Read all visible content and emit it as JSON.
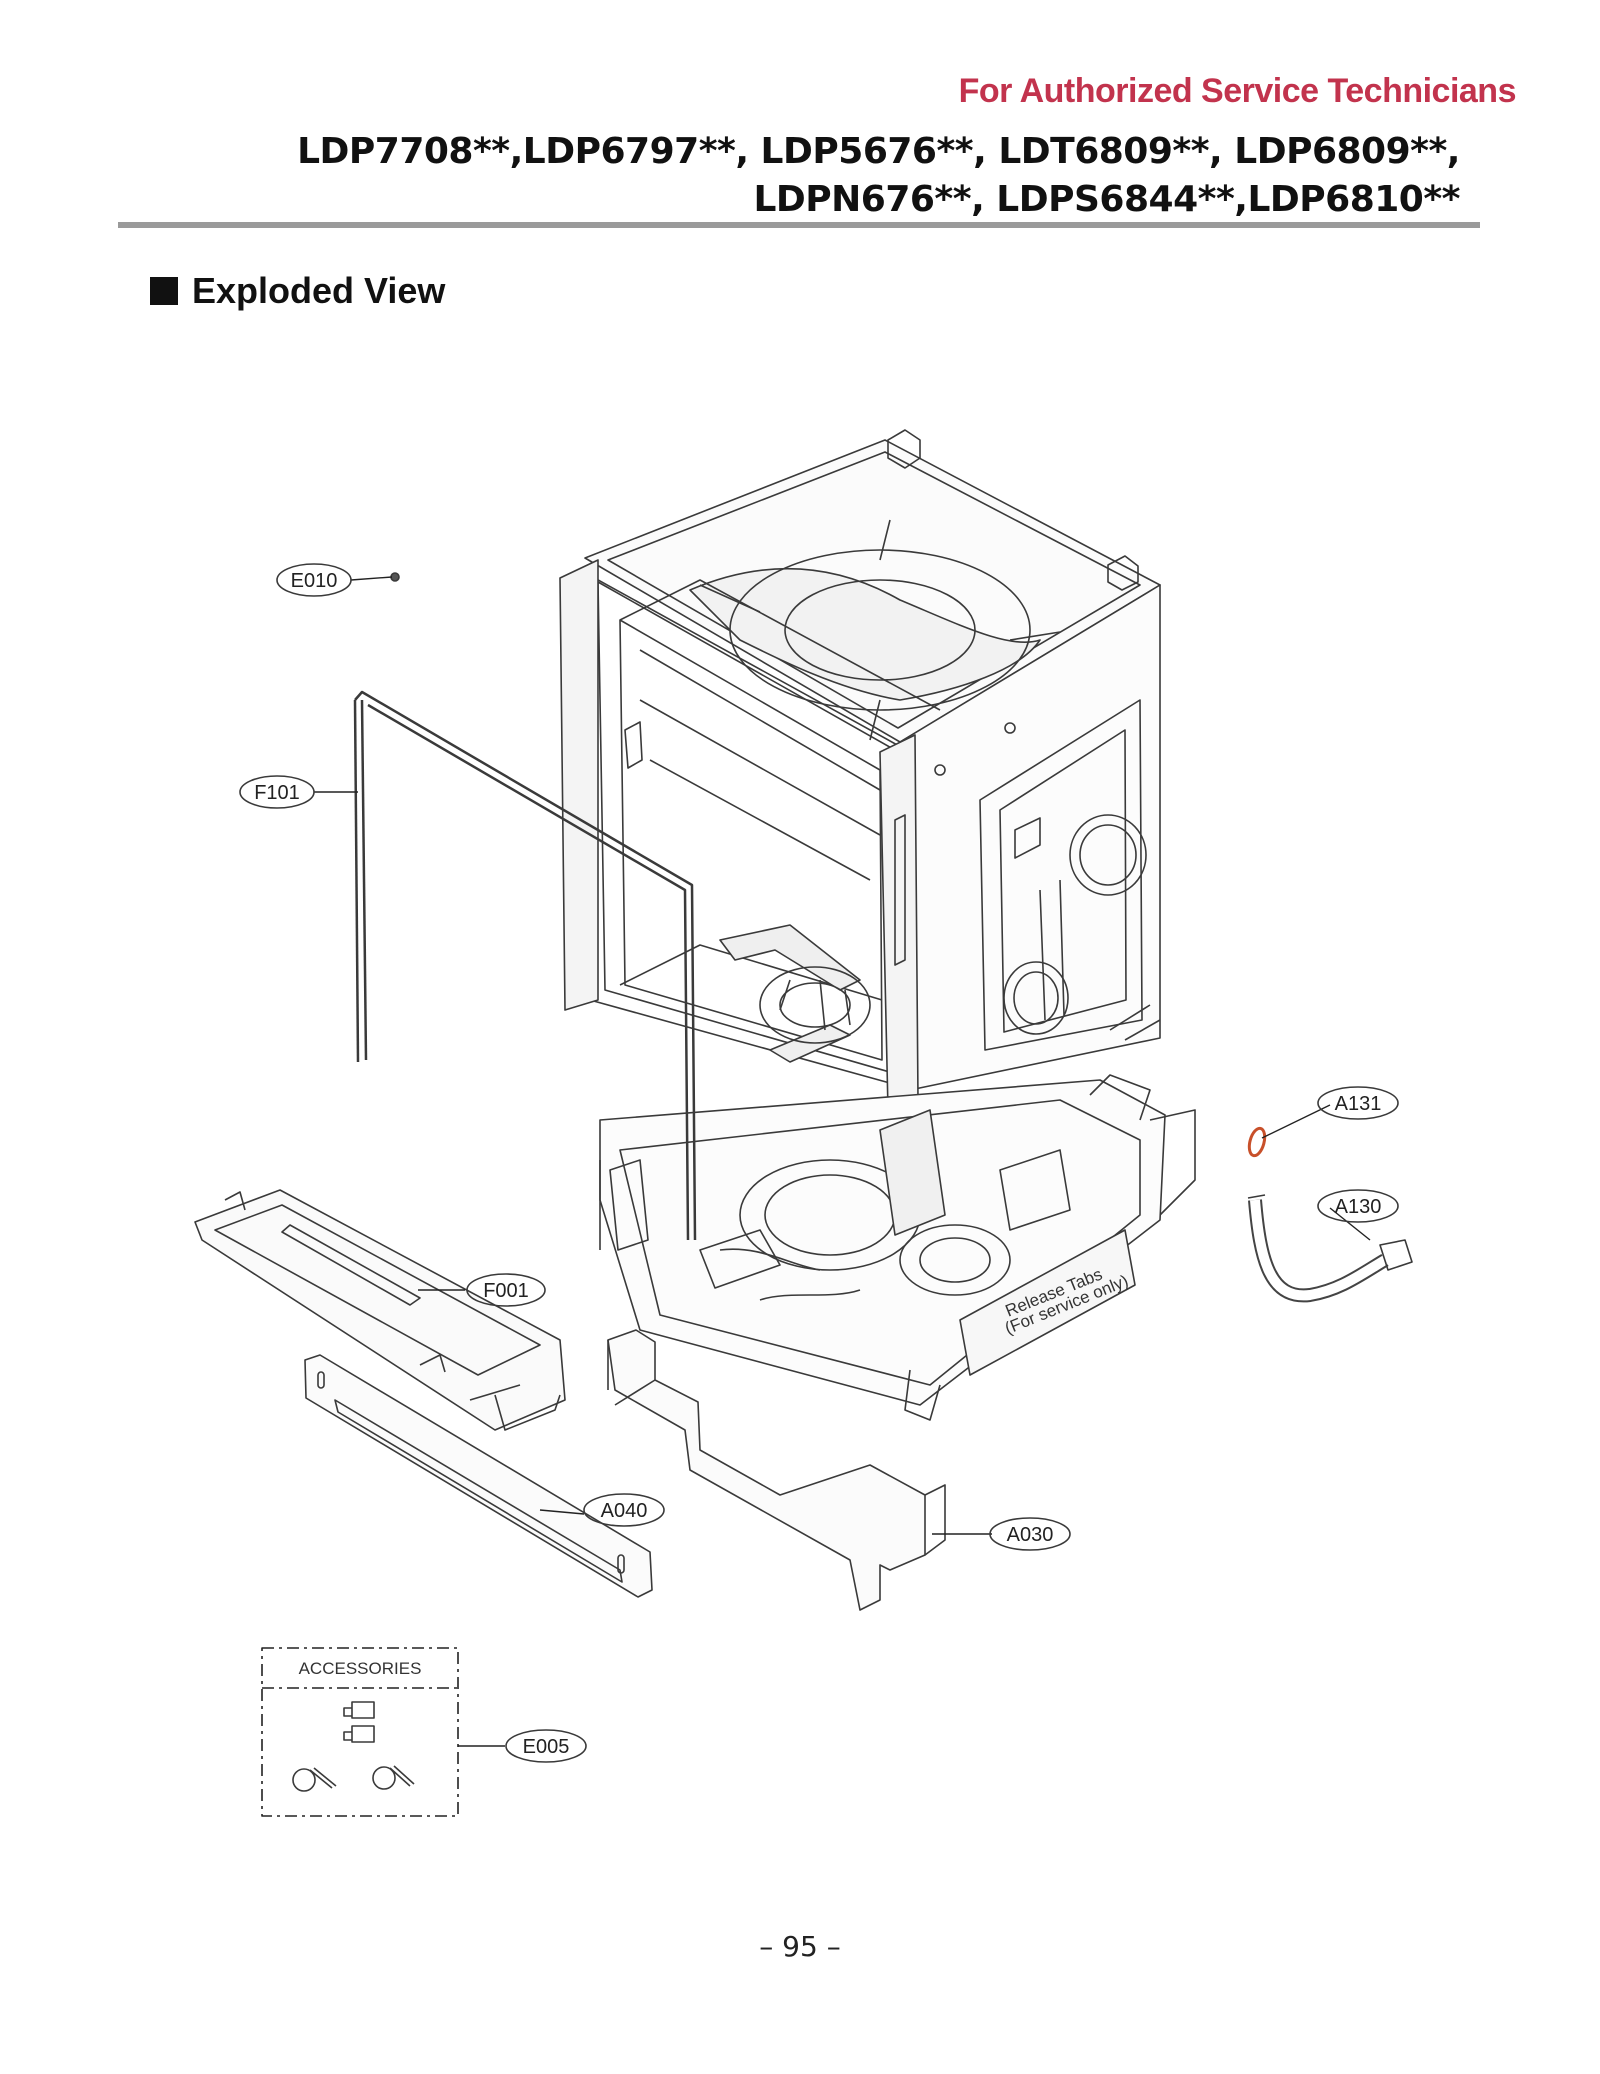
{
  "header": {
    "tag_line": "For Authorized Service Technicians",
    "models_line1": "LDP7708**,LDP6797**, LDP5676**, LDT6809**, LDP6809**,",
    "models_line2": "LDPN676**, LDPS6844**,LDP6810**"
  },
  "section": {
    "title": "Exploded View"
  },
  "parts": {
    "e010": "E010",
    "f101": "F101",
    "f001": "F001",
    "a040": "A040",
    "a030": "A030",
    "a131": "A131",
    "a130": "A130",
    "e005": "E005"
  },
  "accessories": {
    "label": "ACCESSORIES"
  },
  "panel_text": {
    "line1": "Release Tabs",
    "line2": "(For service only)"
  },
  "footer": {
    "page_number": "– 95 –"
  },
  "colors": {
    "tag_line": "#c2334d",
    "rule": "#9a9a9a",
    "o_ring": "#c8502a"
  }
}
